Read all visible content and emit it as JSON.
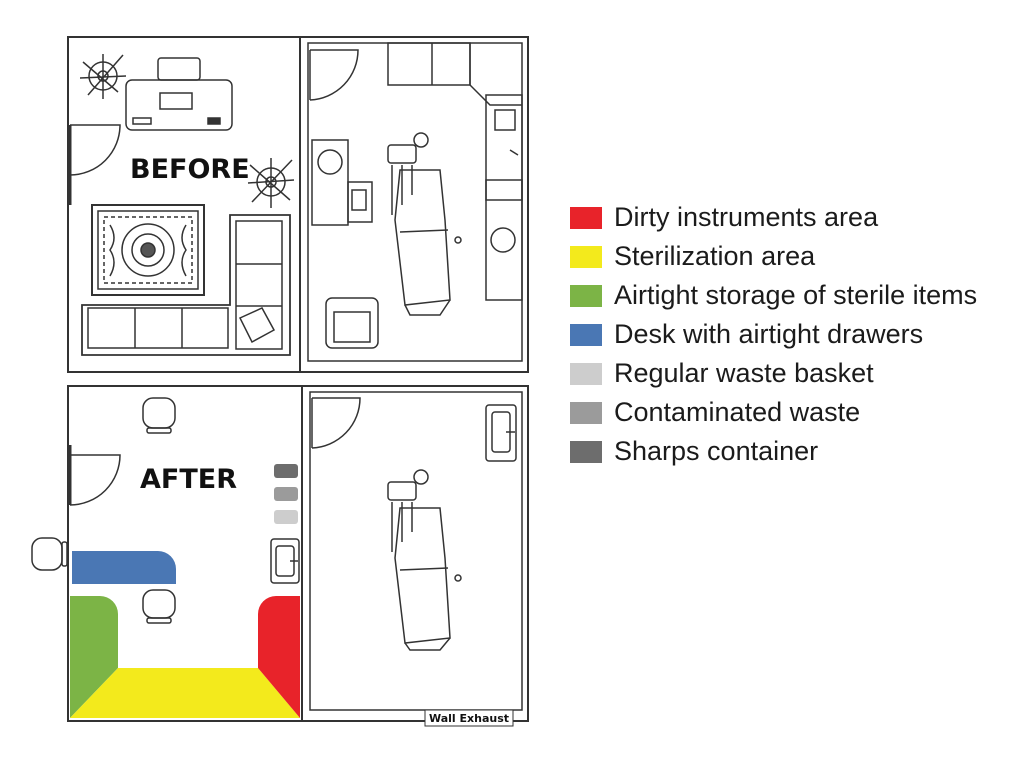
{
  "labels": {
    "before": "BEFORE",
    "after": "AFTER",
    "wall_exhaust": "Wall Exhaust"
  },
  "legend": [
    {
      "label": "Dirty instruments area",
      "color": "#e8232a"
    },
    {
      "label": "Sterilization area",
      "color": "#f3ea1c"
    },
    {
      "label": "Airtight storage of sterile items",
      "color": "#7cb446"
    },
    {
      "label": "Desk with airtight drawers",
      "color": "#4a77b4"
    },
    {
      "label": "Regular waste basket",
      "color": "#cdcdcd"
    },
    {
      "label": "Contaminated waste",
      "color": "#9b9b9b"
    },
    {
      "label": "Sharps container",
      "color": "#6d6d6d"
    }
  ]
}
